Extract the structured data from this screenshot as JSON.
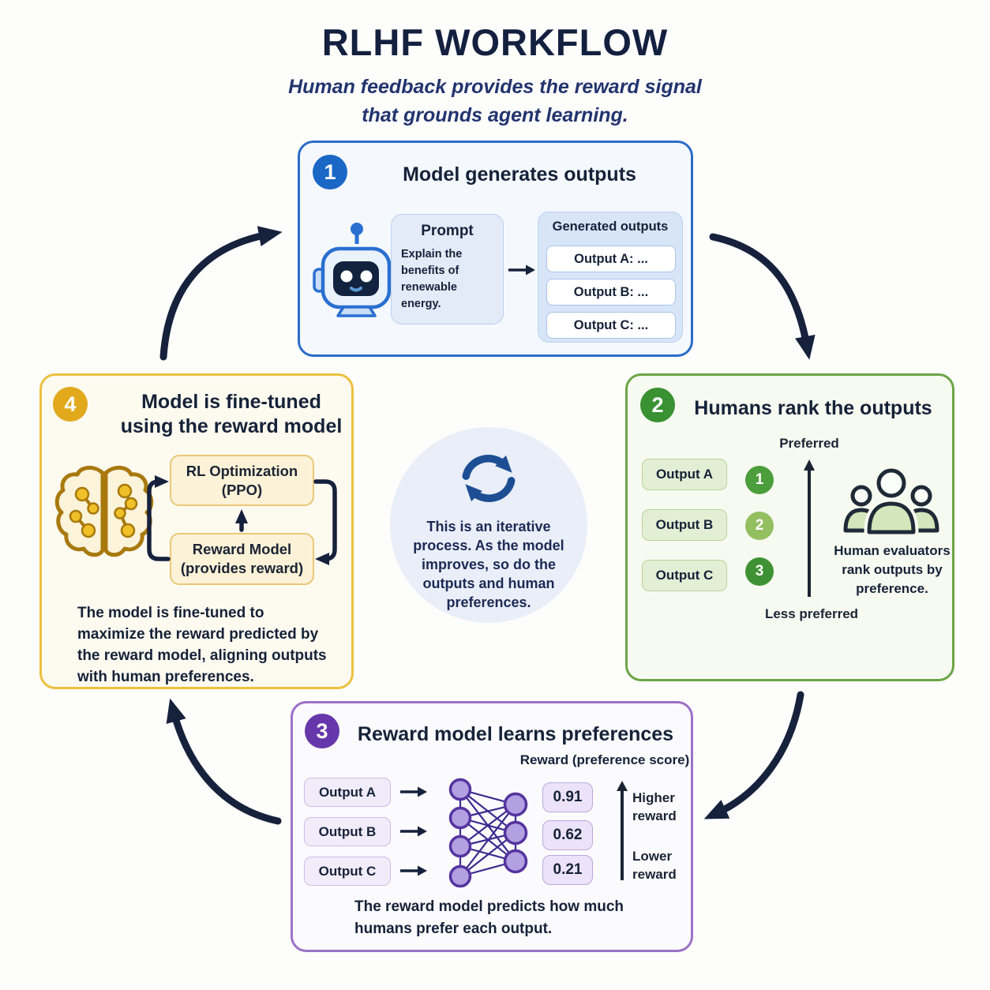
{
  "header": {
    "title": "RLHF WORKFLOW",
    "subtitle_line1": "Human feedback provides the reward signal",
    "subtitle_line2": "that grounds agent learning."
  },
  "step1": {
    "number": "1",
    "title": "Model generates outputs",
    "prompt": {
      "title": "Prompt",
      "text": "Explain the benefits of renewable energy."
    },
    "outputs_panel": {
      "title": "Generated outputs",
      "items": [
        "Output A: ...",
        "Output B: ...",
        "Output C: ..."
      ]
    }
  },
  "step2": {
    "number": "2",
    "title": "Humans rank the outputs",
    "outputs": [
      "Output A",
      "Output B",
      "Output C"
    ],
    "ranks": [
      "1",
      "2",
      "3"
    ],
    "axis_top": "Preferred",
    "axis_bottom": "Less preferred",
    "caption": "Human evaluators rank outputs by preference."
  },
  "step3": {
    "number": "3",
    "title": "Reward model learns preferences",
    "outputs": [
      "Output A",
      "Output B",
      "Output C"
    ],
    "reward_header": "Reward (preference score)",
    "scores": [
      "0.91",
      "0.62",
      "0.21"
    ],
    "axis_top": "Higher reward",
    "axis_bottom": "Lower reward",
    "caption": "The reward model predicts how much humans prefer each output."
  },
  "step4": {
    "number": "4",
    "title_line1": "Model is fine-tuned",
    "title_line2": "using the reward model",
    "rl_box_line1": "RL Optimization",
    "rl_box_line2": "(PPO)",
    "reward_box_line1": "Reward Model",
    "reward_box_line2": "(provides reward)",
    "caption": "The model is fine-tuned to maximize the reward predicted by the reward model, aligning outputs with human preferences."
  },
  "center": {
    "text": "This is an iterative process. As the model improves, so do the outputs and human preferences."
  },
  "colors": {
    "background": "#fdfdfb",
    "navy_text": "#152238",
    "subtitle_navy": "#22346f",
    "arrow_navy": "#16213c",
    "step1_blue": "#1b67c6",
    "step1_border": "#2b6dc7",
    "step2_green": "#3a9132",
    "step2_border": "#6ba546",
    "rank1_green": "#4c9e3c",
    "rank2_green": "#93bf60",
    "rank3_green": "#3f9234",
    "step3_purple": "#6636ab",
    "step3_border": "#9b72c7",
    "step4_gold": "#e2a91c",
    "step4_border": "#ecc13f",
    "center_circle_bg": "#e9eef8",
    "refresh_blue": "#1d4e93"
  }
}
